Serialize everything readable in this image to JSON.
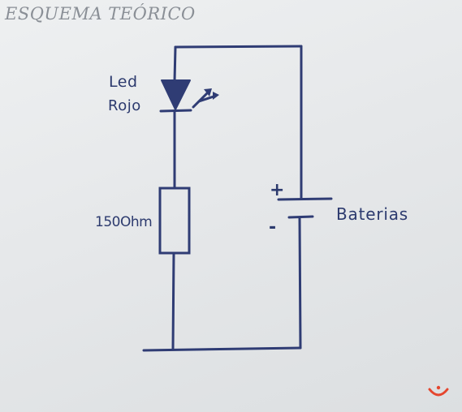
{
  "diagram": {
    "title": "ESQUEMA TEÓRICO",
    "led_label_line1": "Led",
    "led_label_line2": "Rojo",
    "resistor_label": "150Ohm",
    "battery_label": "Baterias",
    "battery_positive": "+",
    "battery_negative": "-"
  },
  "colors": {
    "ink": "#2f3c74",
    "title_ink": "#8a8f96",
    "watermark": "#e5462e"
  },
  "icons": {
    "corner_mark": "red-smile-logo-icon"
  }
}
